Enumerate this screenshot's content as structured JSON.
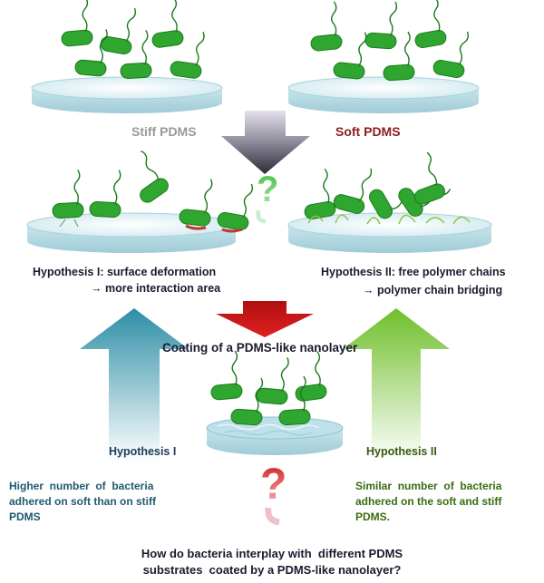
{
  "labels": {
    "stiff": "Stiff PDMS",
    "soft": "Soft PDMS",
    "hypothesis1_line1": "Hypothesis I: surface deformation",
    "hypothesis1_line2": "→ more interaction area",
    "hypothesis2_line1": "Hypothesis II: free polymer chains",
    "hypothesis2_line2": "→ polymer chain bridging",
    "coating": "Coating of a PDMS-like nanolayer",
    "arrow_left_label": "Hypothesis I",
    "arrow_right_label": "Hypothesis II",
    "left_note_1": "Higher  number  of  bacteria",
    "left_note_2": "adhered on soft than on stiff",
    "left_note_3": "PDMS",
    "right_note_1": "Similar  number  of  bacteria",
    "right_note_2": "adhered on the soft and stiff",
    "right_note_3": "PDMS.",
    "question_1": "How do bacteria interplay with  different PDMS",
    "question_2": "substrates  coated by a PDMS-like nanolayer?",
    "question_mark": "?"
  },
  "colors": {
    "bacteria": "#2fa62f",
    "bacteria_dark": "#1d7a1d",
    "disc_top": "#d6eef2",
    "disc_side": "#a9d3dc",
    "arrow_gray_dark": "#2b2b3a",
    "arrow_red": "#d01818",
    "arrow_teal": "#2e8ea6",
    "arrow_green": "#6fbf2a",
    "stiff_text": "#9a9a9a",
    "soft_text": "#8b1d1d"
  }
}
